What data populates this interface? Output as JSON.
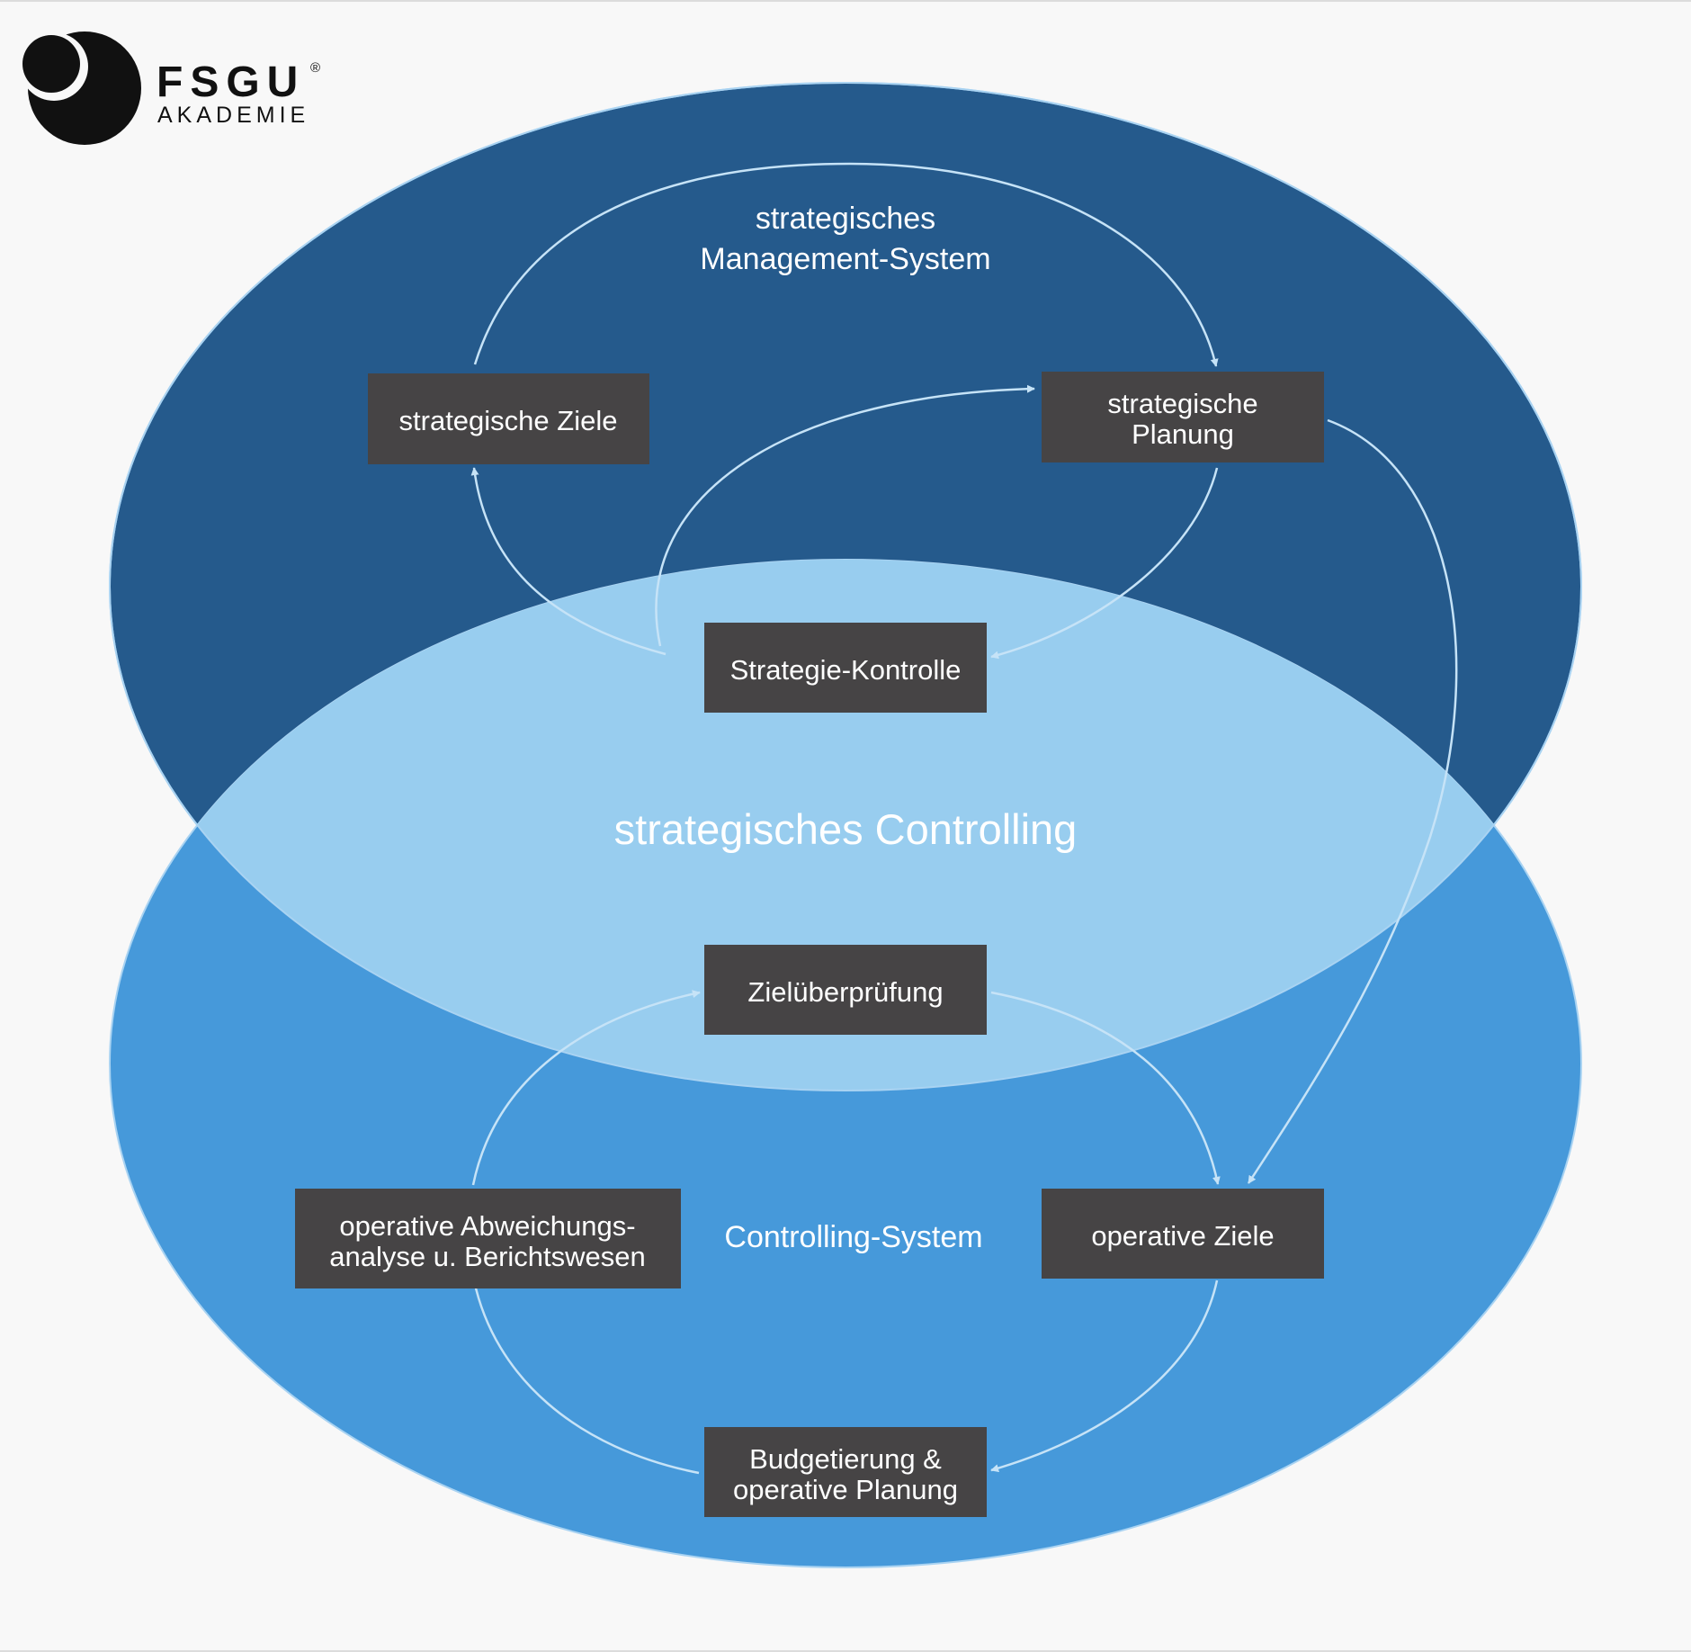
{
  "logo": {
    "name": "FSGU",
    "registered": "®",
    "subtitle": "AKADEMIE"
  },
  "colors": {
    "background": "#f8f8f8",
    "upper_ellipse": "#255a8c",
    "lower_ellipse": "#4699da",
    "overlap": "#98cdef",
    "box": "#464445",
    "arrow": "#c6e3f7"
  },
  "labels": {
    "management_system_line1": "strategisches",
    "management_system_line2": "Management-System",
    "strategic_controlling": "strategisches Controlling",
    "controlling_system": "Controlling-System"
  },
  "boxes": {
    "strategische_ziele": "strategische Ziele",
    "strategische_planung_line1": "strategische",
    "strategische_planung_line2": "Planung",
    "strategie_kontrolle": "Strategie-Kontrolle",
    "zielueberpruefung": "Zielüberprüfung",
    "abweichungsanalyse_line1": "operative Abweichungs-",
    "abweichungsanalyse_line2": "analyse u. Berichtswesen",
    "operative_ziele": "operative Ziele",
    "budgetierung_line1": "Budgetierung &",
    "budgetierung_line2": "operative Planung"
  }
}
